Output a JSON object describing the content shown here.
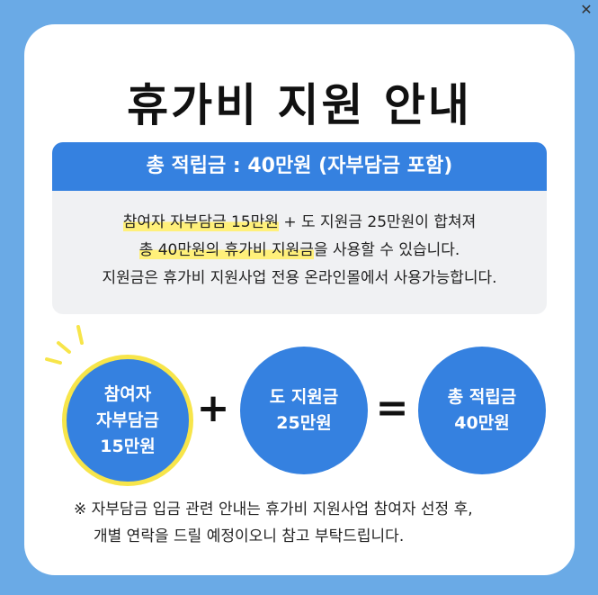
{
  "window": {
    "close_symbol": "✕"
  },
  "title": "휴가비 지원 안내",
  "info": {
    "header": "총 적립금 : 40만원 (자부담금 포함)",
    "line1_hl": "참여자 자부담금 15만원",
    "line1_rest": " + 도 지원금 25만원이 합쳐져",
    "line2_hl": "총 40만원의 휴가비 지원금",
    "line2_rest": "을 사용할 수 있습니다.",
    "line3": "지원금은 휴가비 지원사업 전용 온라인몰에서 사용가능합니다."
  },
  "circles": [
    {
      "lines": [
        "참여자",
        "자부담금",
        "15만원"
      ]
    },
    {
      "lines": [
        "도 지원금",
        "25만원"
      ]
    },
    {
      "lines": [
        "총 적립금",
        "40만원"
      ]
    }
  ],
  "operators": {
    "plus": "+",
    "equals": "="
  },
  "note": {
    "line1": "※ 자부담금 입금 관련 안내는 휴가비 지원사업 참여자 선정 후,",
    "line2": "개별 연락을 드릴 예정이오니 참고 부탁드립니다."
  },
  "colors": {
    "frame_bg": "#6aaae6",
    "accent_blue": "#3581e0",
    "highlight_yellow": "#fff07a",
    "ring_yellow": "#f7e54a"
  }
}
